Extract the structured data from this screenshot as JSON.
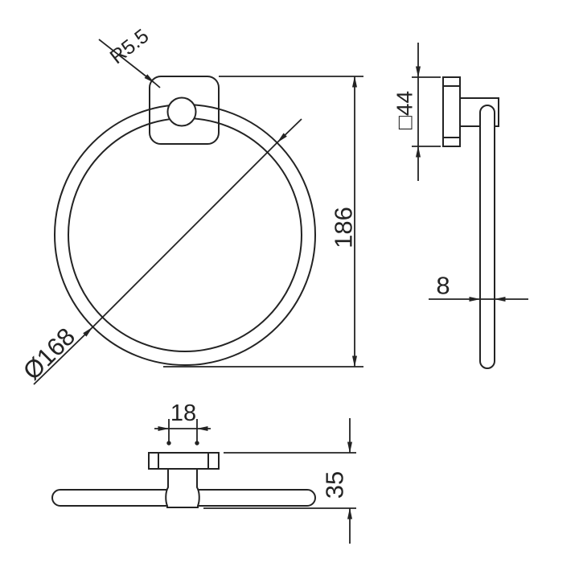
{
  "drawing": {
    "labels": {
      "corner_radius": "R5.5",
      "overall_height": "186",
      "ring_diameter": "Ø168",
      "plate_square": "□44",
      "ring_thickness": "8",
      "hub_width": "18",
      "depth": "35"
    },
    "colors": {
      "line": "#232323",
      "background": "#ffffff"
    }
  }
}
